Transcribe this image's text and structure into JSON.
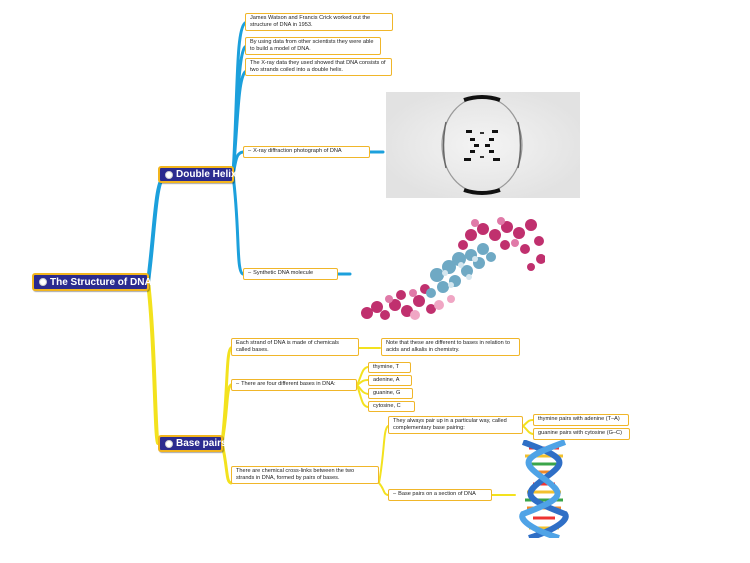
{
  "colors": {
    "double_helix_branch": "#1ca0dc",
    "base_pairs_branch": "#f3e21e",
    "topic_fill": "#2b2b8f",
    "topic_border": "#f2b51e",
    "note_border": "#f0b62a"
  },
  "root": {
    "label": "The Structure of DNA"
  },
  "double_helix": {
    "label": "Double Helix",
    "notes": [
      "James Watson and Francis Crick worked out the structure of DNA in 1953.",
      "By using data from other scientists they were able to build a model of DNA.",
      "The X-ray data they used showed that DNA consists of two strands coiled into a double helix."
    ],
    "xray": {
      "label": "X-ray diffraction photograph of DNA",
      "image": "x-ray-diffraction-photograph"
    },
    "synthetic": {
      "label": "Synthetic DNA molecule",
      "image": "synthetic-dna-molecule-render"
    }
  },
  "base_pairs": {
    "label": "Base pairs",
    "chemicals": {
      "label": "Each strand of DNA is made of chemicals called bases.",
      "note": "Note that these are different to bases in relation to acids and alkalis in chemistry."
    },
    "four_bases": {
      "label": "There are four different bases in DNA:",
      "bases": [
        "thymine, T",
        "adenine, A",
        "guanine, G",
        "cytosine, C"
      ]
    },
    "cross_links": {
      "label": "There are chemical cross-links between the two strands in DNA, formed by pairs of bases.",
      "pairing": {
        "label": "They always pair up in a particular way, called complementary base pairing:",
        "pairs": [
          "thymine pairs with adenine (T–A)",
          "guanine pairs with cytosine (G–C)"
        ]
      },
      "section": {
        "label": "Base pairs on a section of DNA",
        "image": "dna-double-helix-illustration"
      }
    }
  }
}
